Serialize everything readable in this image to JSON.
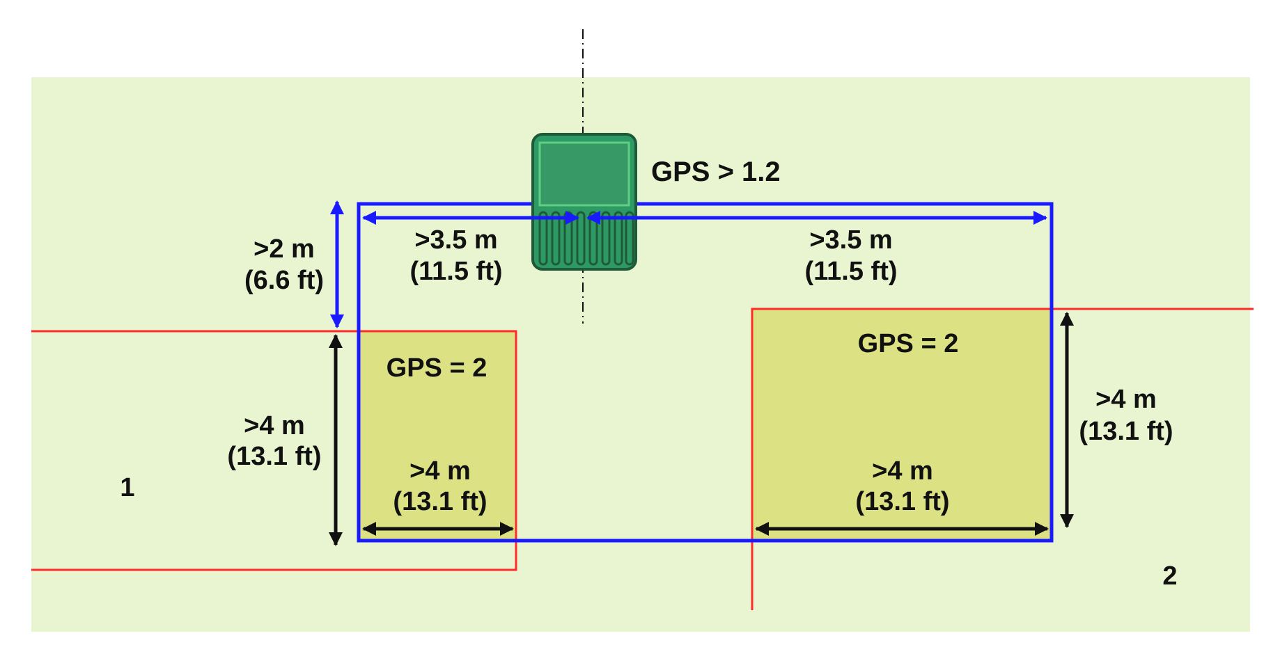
{
  "colors": {
    "background": "#ffffff",
    "field": "#e8f5d0",
    "zone": "#dce283",
    "boundary": "#ff2a2a",
    "work_area": "#1a1aff",
    "machine_body": "#2d9a65",
    "machine_outline": "#1f5a38",
    "arrow_black": "#111111",
    "arrow_blue": "#1a1aff"
  },
  "labels": {
    "gps_machine": "GPS > 1.2",
    "gps_left_zone": "GPS = 2",
    "gps_right_zone": "GPS = 2",
    "top_left_distance": ">3.5 m",
    "top_left_distance_ft": "(11.5 ft)",
    "top_right_distance": ">3.5 m",
    "top_right_distance_ft": "(11.5 ft)",
    "vertical_gap": ">2 m",
    "vertical_gap_ft": "(6.6 ft)",
    "left_zone_height": ">4 m",
    "left_zone_height_ft": "(13.1 ft)",
    "left_zone_width": ">4 m",
    "left_zone_width_ft": "(13.1 ft)",
    "right_zone_width": ">4 m",
    "right_zone_width_ft": "(13.1 ft)",
    "right_zone_height": ">4 m",
    "right_zone_height_ft": "(13.1 ft)",
    "area_1": "1",
    "area_2": "2"
  },
  "icons": {
    "machine": "planter-icon"
  }
}
